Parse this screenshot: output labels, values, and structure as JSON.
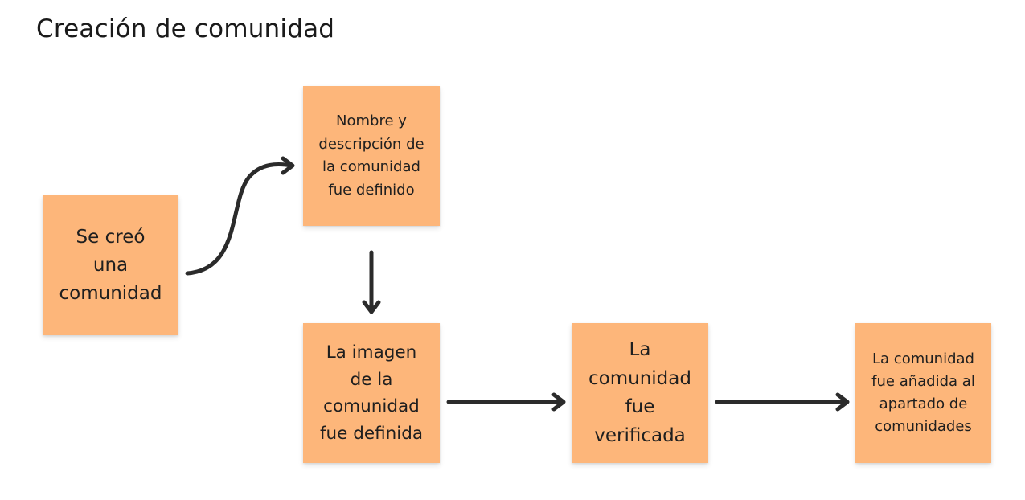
{
  "diagram": {
    "title": "Creación de comunidad",
    "note_color": "#fdb67a",
    "arrow_color": "#2b2b2b",
    "nodes": [
      {
        "id": "n1",
        "text": "Se creó\nuna\ncomunidad"
      },
      {
        "id": "n2",
        "text": "Nombre y\ndescripción de\nla comunidad\nfue definido"
      },
      {
        "id": "n3",
        "text": "La imagen\nde la\ncomunidad\nfue definida"
      },
      {
        "id": "n4",
        "text": "La\ncomunidad\nfue\nverificada"
      },
      {
        "id": "n5",
        "text": "La comunidad\nfue añadida al\napartado de\ncomunidades"
      }
    ],
    "edges": [
      {
        "from": "n1",
        "to": "n2"
      },
      {
        "from": "n2",
        "to": "n3"
      },
      {
        "from": "n3",
        "to": "n4"
      },
      {
        "from": "n4",
        "to": "n5"
      }
    ]
  }
}
